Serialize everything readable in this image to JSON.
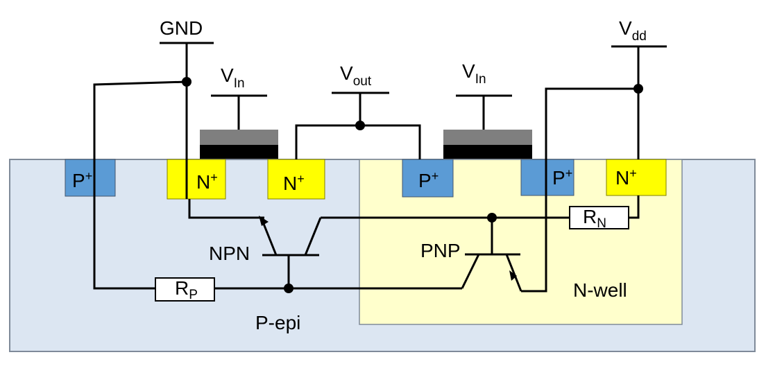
{
  "colors": {
    "p_epi": "#dce6f2",
    "n_well": "#ffffcc",
    "p_plus": "#5b9bd5",
    "n_plus": "#ffff00",
    "gate_poly": "#7f7f7f",
    "gate_oxide": "#000000",
    "wire": "#000000",
    "resistor_fill": "#ffffff"
  },
  "terminals": {
    "gnd": "GND",
    "vin_left": {
      "main": "V",
      "sub": "In"
    },
    "vout": {
      "main": "V",
      "sub": "out"
    },
    "vin_right": {
      "main": "V",
      "sub": "In"
    },
    "vdd": {
      "main": "V",
      "sub": "dd"
    }
  },
  "regions": {
    "p_plus_1": {
      "main": "P",
      "sup": "+"
    },
    "n_plus_1": {
      "main": "N",
      "sup": "+"
    },
    "n_plus_2": {
      "main": "N",
      "sup": "+"
    },
    "p_plus_2": {
      "main": "P",
      "sup": "+"
    },
    "p_plus_3": {
      "main": "P",
      "sup": "+"
    },
    "n_plus_3": {
      "main": "N",
      "sup": "+"
    }
  },
  "devices": {
    "npn": "NPN",
    "pnp": "PNP",
    "r_n": {
      "main": "R",
      "sub": "N"
    },
    "r_p": {
      "main": "R",
      "sub": "P"
    }
  },
  "wells": {
    "p_epi": "P-epi",
    "n_well": "N-well"
  }
}
